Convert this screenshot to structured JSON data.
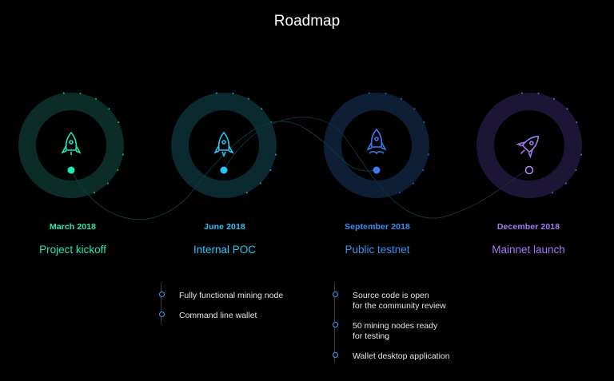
{
  "header": {
    "title": "Roadmap"
  },
  "colors": {
    "background": "#000000",
    "stage_1": "#1de9b6",
    "stage_2": "#29c5f6",
    "stage_3": "#3a7bf0",
    "stage_4": "#9d7bf0"
  },
  "stages": [
    {
      "date": "March 2018",
      "name": "Project kickoff",
      "icon": "rocket-icon"
    },
    {
      "date": "June 2018",
      "name": "Internal POC",
      "icon": "rocket-icon"
    },
    {
      "date": "September 2018",
      "name": "Public testnet",
      "icon": "rocket-launch-icon"
    },
    {
      "date": "December 2018",
      "name": "Mainnet launch",
      "icon": "rocket-flying-icon"
    }
  ],
  "details": {
    "poc": [
      "Fully functional mining node",
      "Command line wallet"
    ],
    "testnet": [
      [
        "Source code is open",
        "for the community review"
      ],
      [
        "50 mining nodes ready",
        "for testing"
      ],
      [
        "Wallet desktop application"
      ]
    ]
  }
}
